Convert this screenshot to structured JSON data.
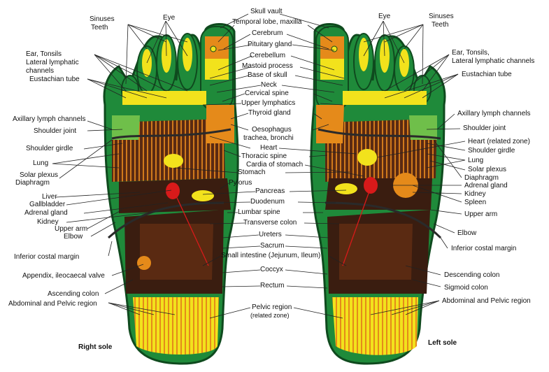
{
  "captions": {
    "right_sole": "Right sole",
    "left_sole": "Left sole"
  },
  "center_labels": [
    "Skull vault",
    "Temporal lobe, maxilla",
    "Cerebrum",
    "Pituitary gland",
    "Cerebellum",
    "Mastoid process",
    "Base of skull",
    "Neck",
    "Cervical spine",
    "Upper lymphatics",
    "Thyroid gland",
    "Oesophagus",
    "trachea, bronchi",
    "Heart",
    "Thoracic spine",
    "Cardia of stomach",
    "Stomach",
    "Pylorus",
    "Pancreas",
    "Duodenum",
    "Lumbar spine",
    "Transverse colon",
    "Ureters",
    "Sacrum",
    "Small intestine (Jejunum, Ileum)",
    "Coccyx",
    "Rectum",
    "Pelvic region",
    "(related zone)"
  ],
  "right_sole_labels": [
    "Sinuses",
    "Teeth",
    "Eye",
    "Ear, Tonsils",
    "Lateral lymphatic",
    "channels",
    "Eustachian tube",
    "Axillary lymph channels",
    "Shoulder joint",
    "Shoulder girdle",
    "Lung",
    "Solar plexus",
    "Diaphragm",
    "Liver",
    "Gallbladder",
    "Adrenal gland",
    "Kidney",
    "Upper arm",
    "Elbow",
    "Inferior costal margin",
    "Appendix, ileocaecal valve",
    "Ascending colon",
    "Abdominal and Pelvic region"
  ],
  "left_sole_labels": [
    "Eye",
    "Sinuses",
    "Teeth",
    "Ear, Tonsils,",
    "Lateral lymphatic channels",
    "Eustachian tube",
    "Axillary lymph channels",
    "Shoulder joint",
    "Heart (related zone)",
    "Shoulder girdle",
    "Lung",
    "Solar plexus",
    "Diaphragm",
    "Adrenal gland",
    "Kidney",
    "Spleen",
    "Upper arm",
    "Elbow",
    "Inferior costal margin",
    "Descending colon",
    "Sigmoid colon",
    "Abdominal and Pelvic region"
  ],
  "colors": {
    "outline": "#0f4a1e",
    "green": "#1f8a3a",
    "light_green": "#6fbf4a",
    "yellow": "#f2e21c",
    "orange": "#e58a1a",
    "dark_brown": "#3a1d10",
    "brown": "#6b3418",
    "red": "#d81a1a",
    "leader": "#222222"
  }
}
